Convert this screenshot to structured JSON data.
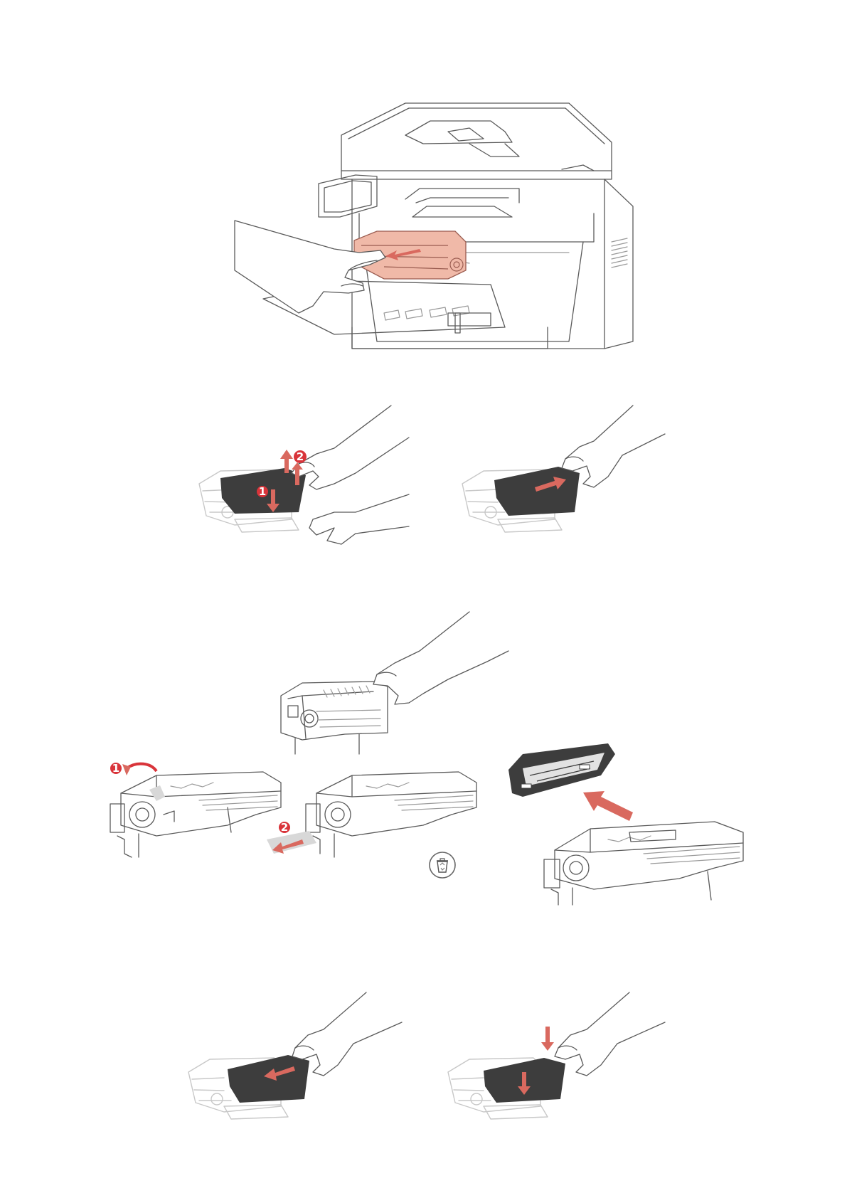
{
  "document": {
    "type": "printer manual illustration page",
    "steps": [
      {
        "id": "remove-drum-unit",
        "badges": []
      },
      {
        "id": "release-toner-lever",
        "badges": [
          "1",
          "2"
        ]
      },
      {
        "id": "pull-toner-out",
        "badges": []
      },
      {
        "id": "hold-toner-cartridge",
        "badges": []
      },
      {
        "id": "unpack-new-toner",
        "badges": [
          "1",
          "2"
        ]
      },
      {
        "id": "insert-toner",
        "badges": []
      },
      {
        "id": "press-toner-down",
        "badges": []
      }
    ]
  },
  "colors": {
    "accent": "#d9343a",
    "drum_highlight": "#f0b9a8",
    "line": "#5a5a5a",
    "toner_body": "#3d3d3d"
  },
  "icons": {
    "recycle_bin": "recycle-bin-icon"
  }
}
